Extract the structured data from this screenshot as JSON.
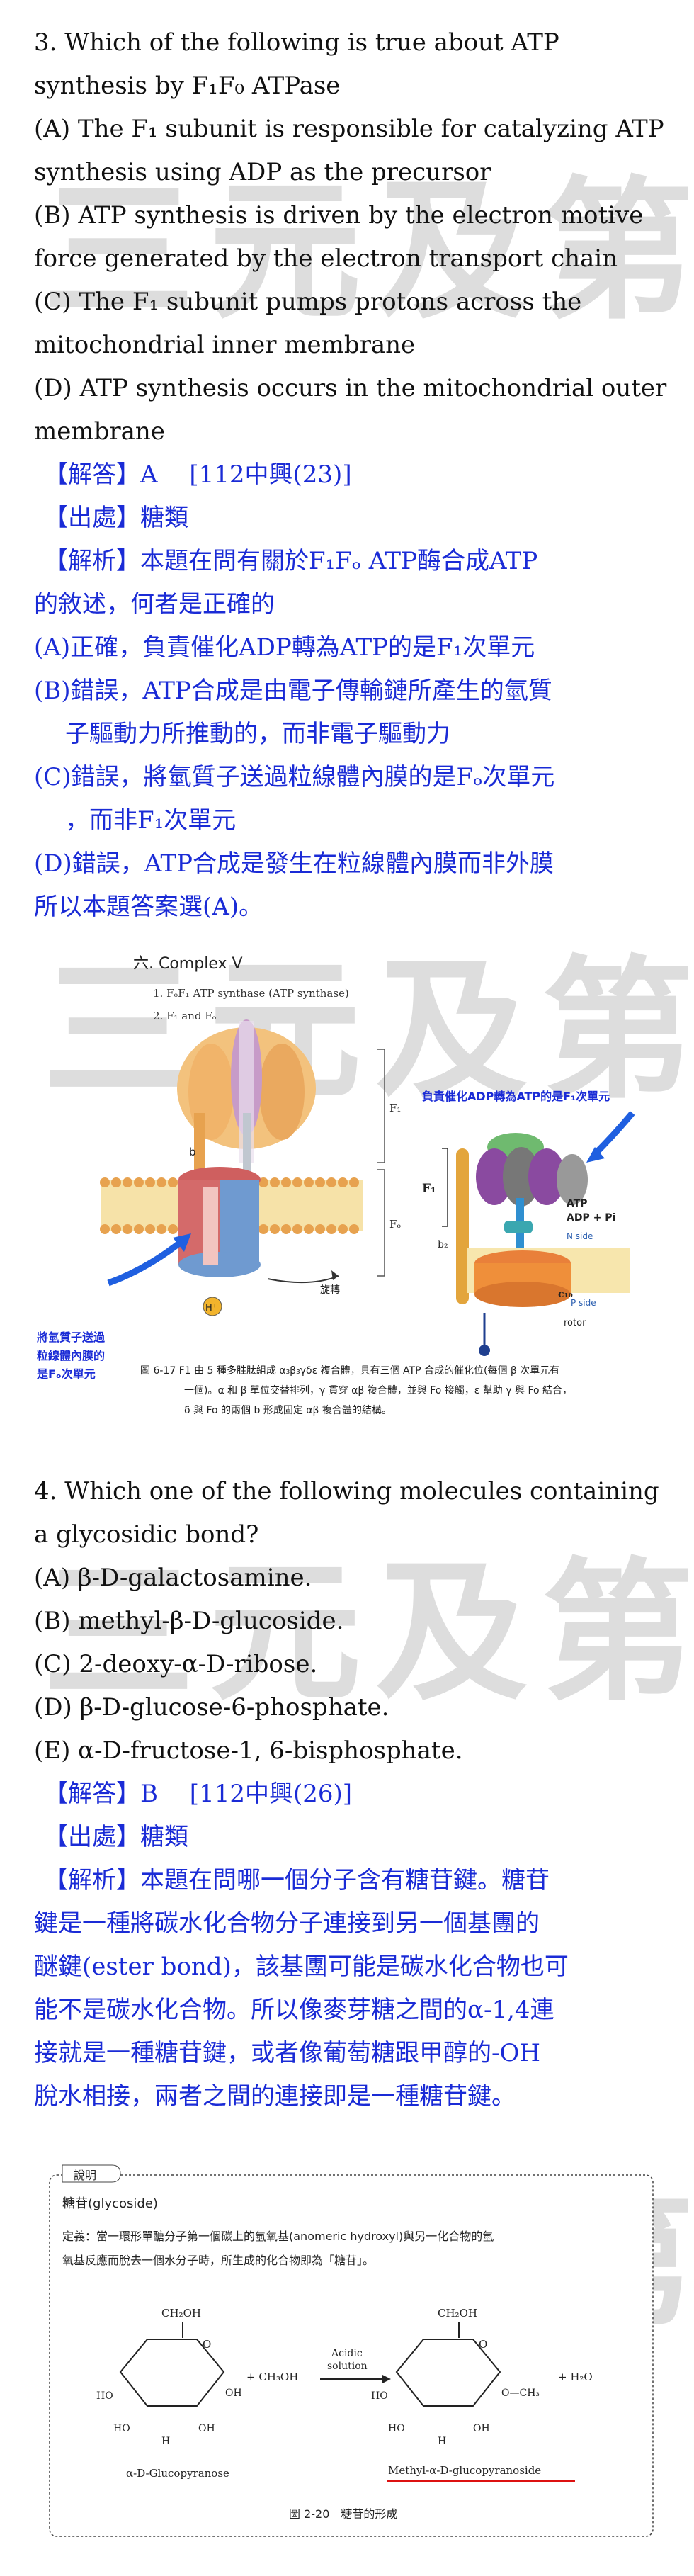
{
  "watermark": "三元及第",
  "q3": {
    "lines": [
      "3. Which of the following is true about ATP",
      "synthesis by F₁F₀ ATPase",
      "(A) The F₁ subunit is responsible for catalyzing ATP",
      "synthesis using ADP as the precursor",
      "(B) ATP synthesis is driven by the electron motive",
      "force generated by the electron transport chain",
      "(C) The F₁ subunit pumps protons across the",
      "mitochondrial inner membrane",
      "(D) ATP synthesis occurs in the mitochondrial outer",
      "membrane"
    ],
    "answer": "【解答】A　 [112中興(23)]",
    "source": "【出處】糖類",
    "explain": [
      "【解析】本題在問有關於F₁Fₒ ATP酶合成ATP",
      "的敘述，何者是正確的",
      "(A)正確，負責催化ADP轉為ATP的是F₁次單元",
      "(B)錯誤，ATP合成是由電子傳輸鏈所產生的氫質",
      "子驅動力所推動的，而非電子驅動力",
      "(C)錯誤，將氫質子送過粒線體內膜的是Fₒ次單元",
      "，而非F₁次單元",
      "(D)錯誤，ATP合成是發生在粒線體內膜而非外膜",
      "所以本題答案選(A)。"
    ]
  },
  "fig1": {
    "heading": "六. Complex V",
    "sub1": "1. FₒF₁ ATP synthase (ATP synthase)",
    "sub2": "2. F₁ and Fₒ",
    "label_f1": "F₁",
    "label_fo": "Fₒ",
    "label_rot": "旋轉",
    "label_h": "H⁺",
    "note_right": "負責催化ADP轉為ATP的是F₁次單元",
    "note_left": [
      "將氫質子送過",
      "粒線體內膜的",
      "是Fₒ次單元"
    ],
    "label_atp": "ATP",
    "label_adp": "ADP + Pi",
    "label_nside": "N side",
    "label_pside": "P side",
    "label_rotor": "rotor",
    "label_b2": "b₂",
    "label_f1b": "F₁",
    "label_c10": "c₁₀",
    "caption": [
      "圖 6-17  F1 由 5 種多胜肽組成 α₃β₃γδε 複合體，具有三個 ATP 合成的催化位(每個 β 次單元有",
      "一個)。α 和 β 單位交替排列，γ 貫穿 αβ 複合體，並與 Fo 接觸，ε 幫助 γ 與 Fo 結合，",
      "δ 與 Fo 的兩個 b 形成固定 αβ 複合體的結構。"
    ]
  },
  "q4": {
    "lines": [
      "4. Which one of the following molecules containing",
      "a glycosidic bond?",
      "(A) β-D-galactosamine.",
      "(B) methyl-β-D-glucoside.",
      "(C) 2-deoxy-α-D-ribose.",
      "(D) β-D-glucose-6-phosphate.",
      "(E) α-D-fructose-1, 6-bisphosphate."
    ],
    "answer": "【解答】B　 [112中興(26)]",
    "source": "【出處】糖類",
    "explain": [
      "【解析】本題在問哪一個分子含有糖苷鍵。糖苷",
      "鍵是一種將碳水化合物分子連接到另一個基團的",
      "醚鍵(ester bond)，該基團可能是碳水化合物也可",
      "能不是碳水化合物。所以像麥芽糖之間的α-1,4連",
      "接就是一種糖苷鍵，或者像葡萄糖跟甲醇的-OH",
      "脫水相接，兩者之間的連接即是一種糖苷鍵。"
    ]
  },
  "fig2": {
    "badge": "說明",
    "title": "糖苷(glycoside)",
    "def1": "定義：當一環形單醣分子第一個碳上的氫氧基(anomeric hydroxyl)與另一化合物的氫",
    "def2": "氧基反應而脫去一個水分子時，所生成的化合物即為「糖苷」。",
    "reagent": "+ CH₃OH",
    "acidic1": "Acidic",
    "acidic2": "solution",
    "water": "+ H₂O",
    "left_name": "α-D-Glucopyranose",
    "right_name": "Methyl-α-D-glucopyranoside",
    "caption": "圖 2-20　糖苷的形成",
    "ch2oh": "CH₂OH",
    "och3": "O—CH₃"
  }
}
